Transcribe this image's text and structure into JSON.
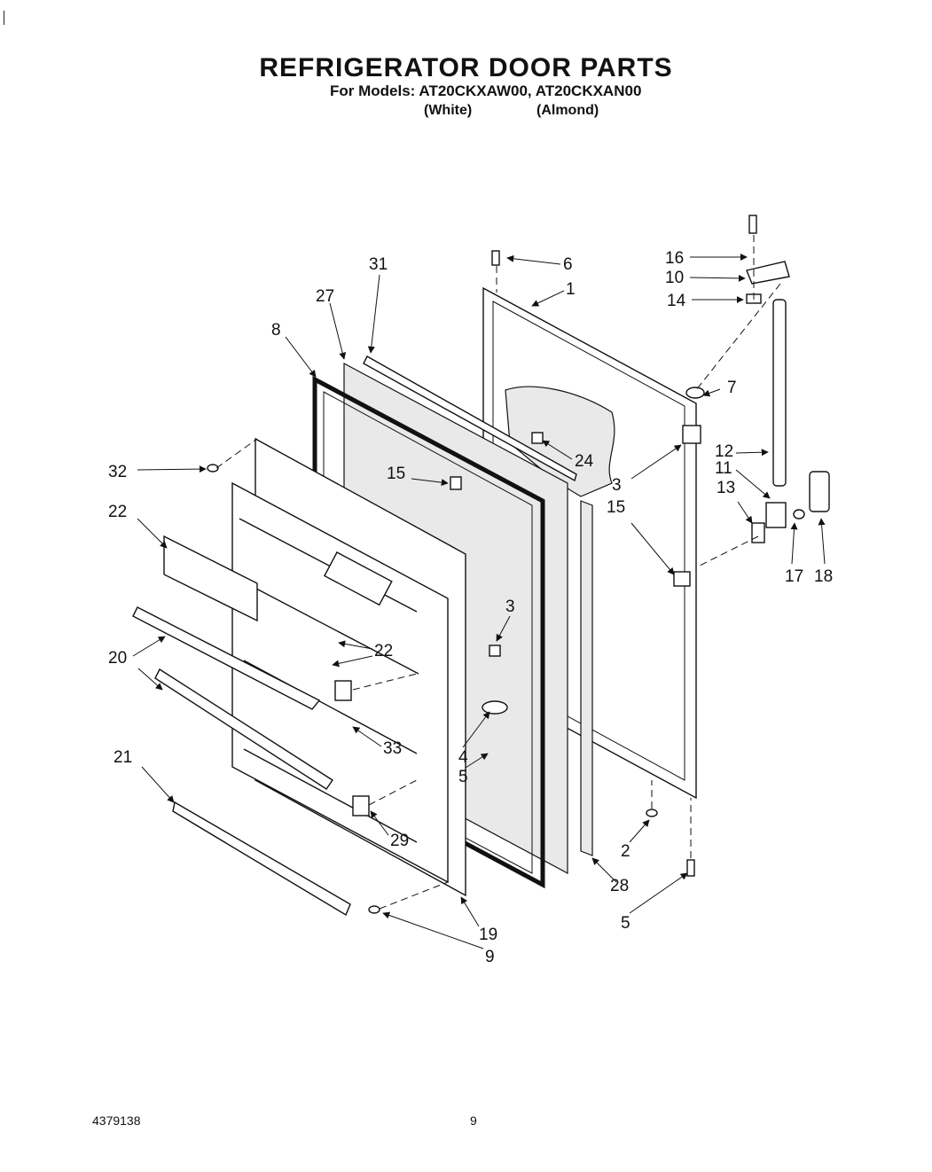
{
  "title": "REFRIGERATOR DOOR PARTS",
  "subtitle": "For Models: AT20CKXAW00, AT20CKXAN00",
  "variants": [
    "(White)",
    "(Almond)"
  ],
  "footer": {
    "doc_number": "4379138",
    "page_number": "9"
  },
  "callouts": {
    "c1": "1",
    "c2": "2",
    "c3a": "3",
    "c3b": "3",
    "c4": "4",
    "c5a": "5",
    "c5b": "5",
    "c6": "6",
    "c7": "7",
    "c8": "8",
    "c9": "9",
    "c10": "10",
    "c11": "11",
    "c12": "12",
    "c13": "13",
    "c14": "14",
    "c15a": "15",
    "c15b": "15",
    "c16": "16",
    "c17": "17",
    "c18": "18",
    "c19": "19",
    "c20": "20",
    "c21": "21",
    "c22a": "22",
    "c22b": "22",
    "c24": "24",
    "c27": "27",
    "c28": "28",
    "c29": "29",
    "c31": "31",
    "c32": "32",
    "c33": "33"
  }
}
